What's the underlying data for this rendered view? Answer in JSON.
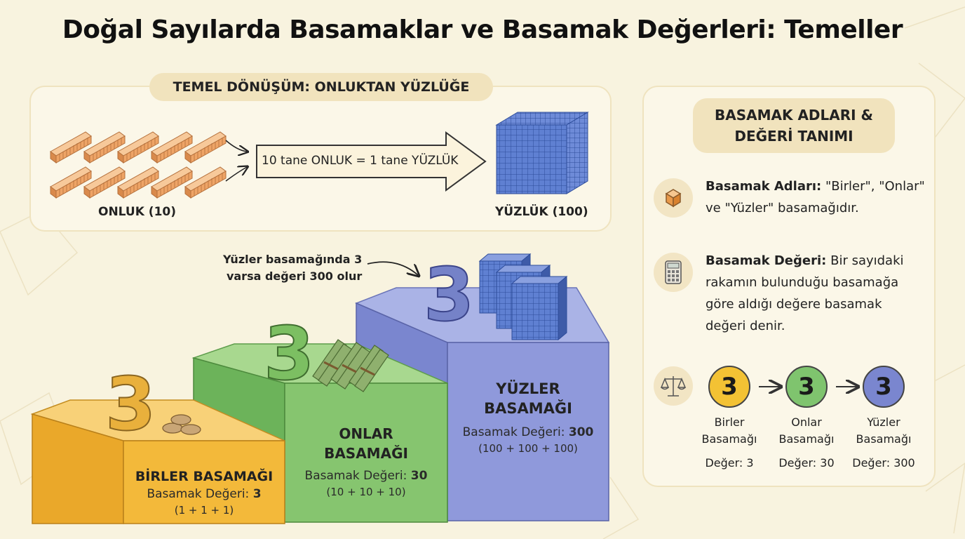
{
  "title": "Doğal Sayılarda Basamaklar ve Basamak Değerleri: Temeller",
  "conversion": {
    "heading": "TEMEL DÖNÜŞÜM: ONLUKTAN YÜZLÜĞE",
    "left_label": "ONLUK (10)",
    "equation": "10 tane ONLUK = 1 tane YÜZLÜK",
    "right_label": "YÜZLÜK (100)"
  },
  "callout": {
    "line1": "Yüzler basamağında 3",
    "line2": "varsa değeri 300 olur"
  },
  "steps": [
    {
      "digit": "3",
      "title": "BİRLER BASAMAĞI",
      "value_label": "Basamak Değeri:",
      "value": "3",
      "breakdown": "(1 + 1 + 1)"
    },
    {
      "digit": "3",
      "title_line1": "ONLAR",
      "title_line2": "BASAMAĞI",
      "value_label": "Basamak Değeri:",
      "value": "30",
      "breakdown": "(10 + 10 + 10)"
    },
    {
      "digit": "3",
      "title_line1": "YÜZLER",
      "title_line2": "BASAMAĞI",
      "value_label": "Basamak Değeri:",
      "value": "300",
      "breakdown": "(100 + 100 + 100)"
    }
  ],
  "definitions": {
    "heading_line1": "BASAMAK ADLARI &",
    "heading_line2": "DEĞERİ TANIMI",
    "item1": {
      "term": "Basamak Adları:",
      "text_line1": "\"Birler\", \"Onlar\"",
      "text_line2": "ve \"Yüzler\" basamağıdır.",
      "icon": "cube-icon"
    },
    "item2": {
      "term": "Basamak Değeri:",
      "text_line1": "Bir sayıdaki",
      "text_line2": "rakamın bulunduğu basamağa",
      "text_line3": "göre aldığı değere basamak",
      "text_line4": "değeri denir.",
      "icon": "calculator-icon"
    },
    "compare_icon": "scale-icon",
    "places": [
      {
        "digit": "3",
        "line1": "Birler",
        "line2": "Basamağı",
        "value": "Değer: 3",
        "color": "#f3c234"
      },
      {
        "digit": "3",
        "line1": "Onlar",
        "line2": "Basamağı",
        "value": "Değer: 30",
        "color": "#7fc46e"
      },
      {
        "digit": "3",
        "line1": "Yüzler",
        "line2": "Basamağı",
        "value": "Değer: 300",
        "color": "#7a86cf"
      }
    ]
  },
  "colors": {
    "ones": "#f3b93a",
    "tens": "#86c56f",
    "hundreds": "#8f99db",
    "rod": "#f0b079",
    "cube": "#5f7fd0"
  }
}
